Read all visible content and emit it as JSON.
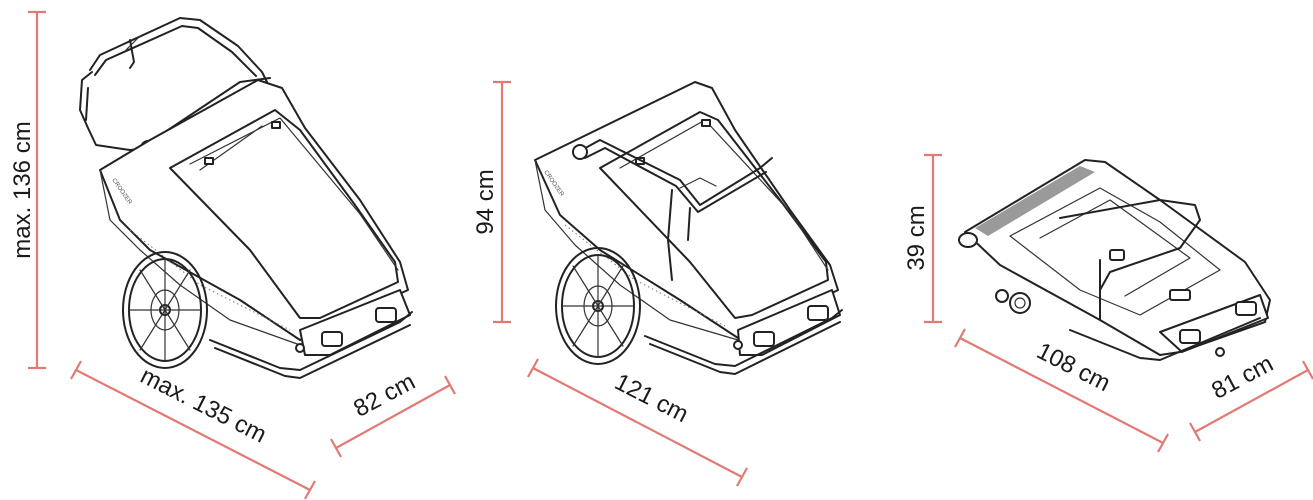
{
  "figure": {
    "colors": {
      "dimension": "#e07a72",
      "ink": "#222222",
      "background": "#ffffff"
    },
    "views": [
      {
        "id": "extended",
        "height_label": "max. 136 cm",
        "length_label": "max. 135 cm",
        "width_label": "82 cm",
        "brand_mark": "CROOZER"
      },
      {
        "id": "stroller",
        "height_label": "94 cm",
        "length_label": "121 cm",
        "brand_mark": "CROOZER"
      },
      {
        "id": "folded",
        "height_label": "39 cm",
        "length_label": "108 cm",
        "width_label": "81 cm"
      }
    ]
  }
}
